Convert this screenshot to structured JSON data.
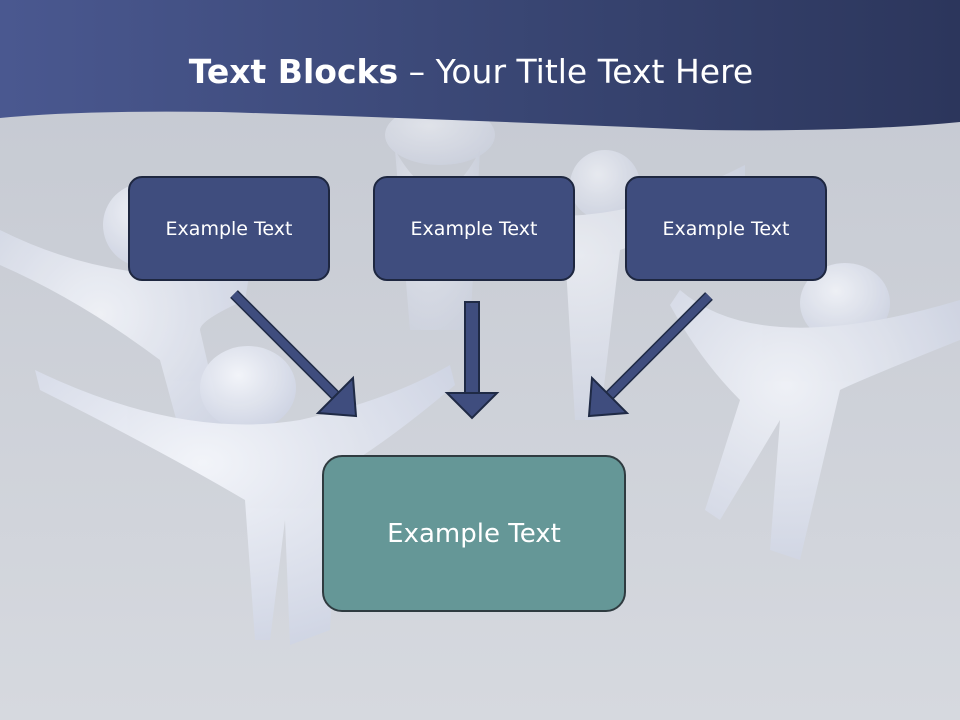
{
  "title": {
    "bold": "Text Blocks",
    "separator": " – ",
    "regular": "Your Title Text Here"
  },
  "blocks": {
    "left": "Example Text",
    "center": "Example Text",
    "right": "Example Text",
    "result": "Example Text"
  },
  "colors": {
    "header": "#3c4a7c",
    "top_box": "#3f4d7e",
    "result_box": "#659797",
    "arrow": "#3f4d7e",
    "background": "#cfd3da"
  }
}
